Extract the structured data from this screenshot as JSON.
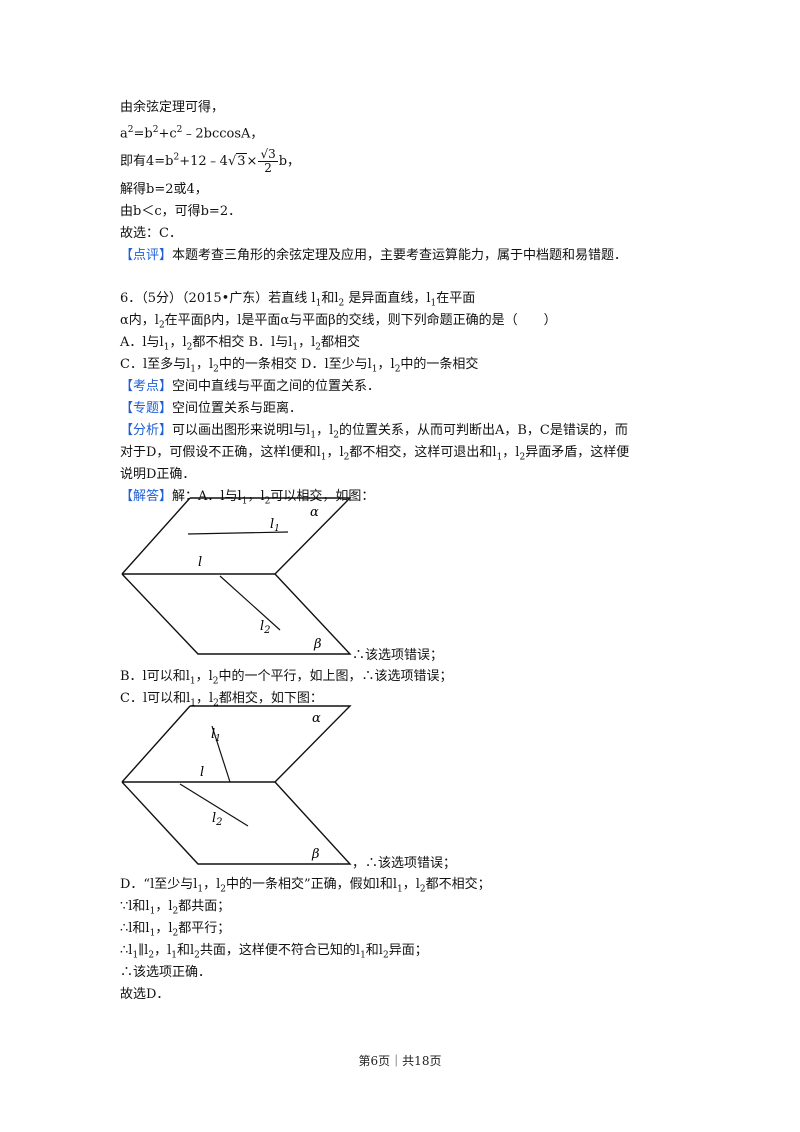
{
  "lines": {
    "l01": "由余弦定理可得，",
    "l02_a": "a",
    "l02_b": "2",
    "l02_c": "=b",
    "l02_d": "2",
    "l02_e": "+c",
    "l02_f": "2",
    "l02_g": "﹣2bccosA，",
    "l03_a": "即有4=b",
    "l03_b": "2",
    "l03_c": "+12﹣4",
    "l03_d": "3",
    "l03_e": "×",
    "l03_f_num": "√3",
    "l03_f_den": "2",
    "l03_g": "b，",
    "l04": "解得b=2或4，",
    "l05": "由b＜c，可得b=2．",
    "l06": "故选：C．",
    "l07_tag": "【点评】",
    "l07": "本题考查三角形的余弦定理及应用，主要考查运算能力，属于中档题和易错题．",
    "q6_a": "6．（5分）（2015•广东）若直线 l",
    "q6_b": "1",
    "q6_c": "和l",
    "q6_d": "2",
    "q6_e": " 是异面直线，l",
    "q6_f": "1",
    "q6_g": "在平面",
    "q6_2a": "α内，l",
    "q6_2b": "2",
    "q6_2c": "在平面β内，l是平面α与平面β的交线，则下列命题正确的是（　　）",
    "optA_a": "A．l与l",
    "optA_b": "1",
    "optA_c": "，l",
    "optA_d": "2",
    "optA_e": "都不相交  B．l与l",
    "optA_f": "1",
    "optA_g": "，l",
    "optA_h": "2",
    "optA_i": "都相交",
    "optC_a": "C．l至多与l",
    "optC_b": "1",
    "optC_c": "，l",
    "optC_d": "2",
    "optC_e": "中的一条相交  D．l至少与l",
    "optC_f": "1",
    "optC_g": "，l",
    "optC_h": "2",
    "optC_i": "中的一条相交",
    "kd_tag": "【考点】",
    "kd": "空间中直线与平面之间的位置关系．",
    "zt_tag": "【专题】",
    "zt": "空间位置关系与距离．",
    "fx_tag": "【分析】",
    "fx1_a": "可以画出图形来说明l与l",
    "fx1_b": "1",
    "fx1_c": "，l",
    "fx1_d": "2",
    "fx1_e": "的位置关系，从而可判断出A，B，C是错误的，而",
    "fx2_a": "对于D，可假设不正确，这样l便和l",
    "fx2_b": "1",
    "fx2_c": "，l",
    "fx2_d": "2",
    "fx2_e": "都不相交，这样可退出和l",
    "fx2_f": "1",
    "fx2_g": "，l",
    "fx2_h": "2",
    "fx2_i": "异面矛盾，这样便",
    "fx3": "说明D正确．",
    "jd_tag": "【解答】",
    "jd_a": "解：A．l与l",
    "jd_b": "1",
    "jd_c": "，l",
    "jd_d": "2",
    "jd_e": "可以相交，如图：",
    "cap1": "∴该选项错误；",
    "B_a": "B．l可以和l",
    "B_b": "1",
    "B_c": "，l",
    "B_d": "2",
    "B_e": "中的一个平行，如上图，∴该选项错误；",
    "C_a": "C．l可以和l",
    "C_b": "1",
    "C_c": "，l",
    "C_d": "2",
    "C_e": "都相交，如下图：",
    "cap2": "，∴该选项错误；",
    "D_a": "D．“l至少与l",
    "D_b": "1",
    "D_c": "，l",
    "D_d": "2",
    "D_e": "中的一条相交”正确，假如l和l",
    "D_f": "1",
    "D_g": "，l",
    "D_h": "2",
    "D_i": "都不相交；",
    "r1_a": "∵l和l",
    "r1_b": "1",
    "r1_c": "，l",
    "r1_d": "2",
    "r1_e": "都共面；",
    "r2_a": "∴l和l",
    "r2_b": "1",
    "r2_c": "，l",
    "r2_d": "2",
    "r2_e": "都平行；",
    "r3_a": "∴l",
    "r3_b": "1",
    "r3_c": "∥l",
    "r3_d": "2",
    "r3_e": "，l",
    "r3_f": "1",
    "r3_g": "和l",
    "r3_h": "2",
    "r3_i": "共面，这样便不符合已知的l",
    "r3_j": "1",
    "r3_k": "和l",
    "r3_l": "2",
    "r3_m": "异面；",
    "r4": "∴该选项正确．",
    "r5": "故选D．"
  },
  "figure1": {
    "alpha": "α",
    "beta": "β",
    "l": "l",
    "l1": "l",
    "l1_sub": "1",
    "l2": "l",
    "l2_sub": "2"
  },
  "figure2": {
    "alpha": "α",
    "beta": "β",
    "l": "l",
    "l1": "l",
    "l1_sub": "1",
    "l2": "l",
    "l2_sub": "2"
  },
  "footer": "第6页｜共18页"
}
